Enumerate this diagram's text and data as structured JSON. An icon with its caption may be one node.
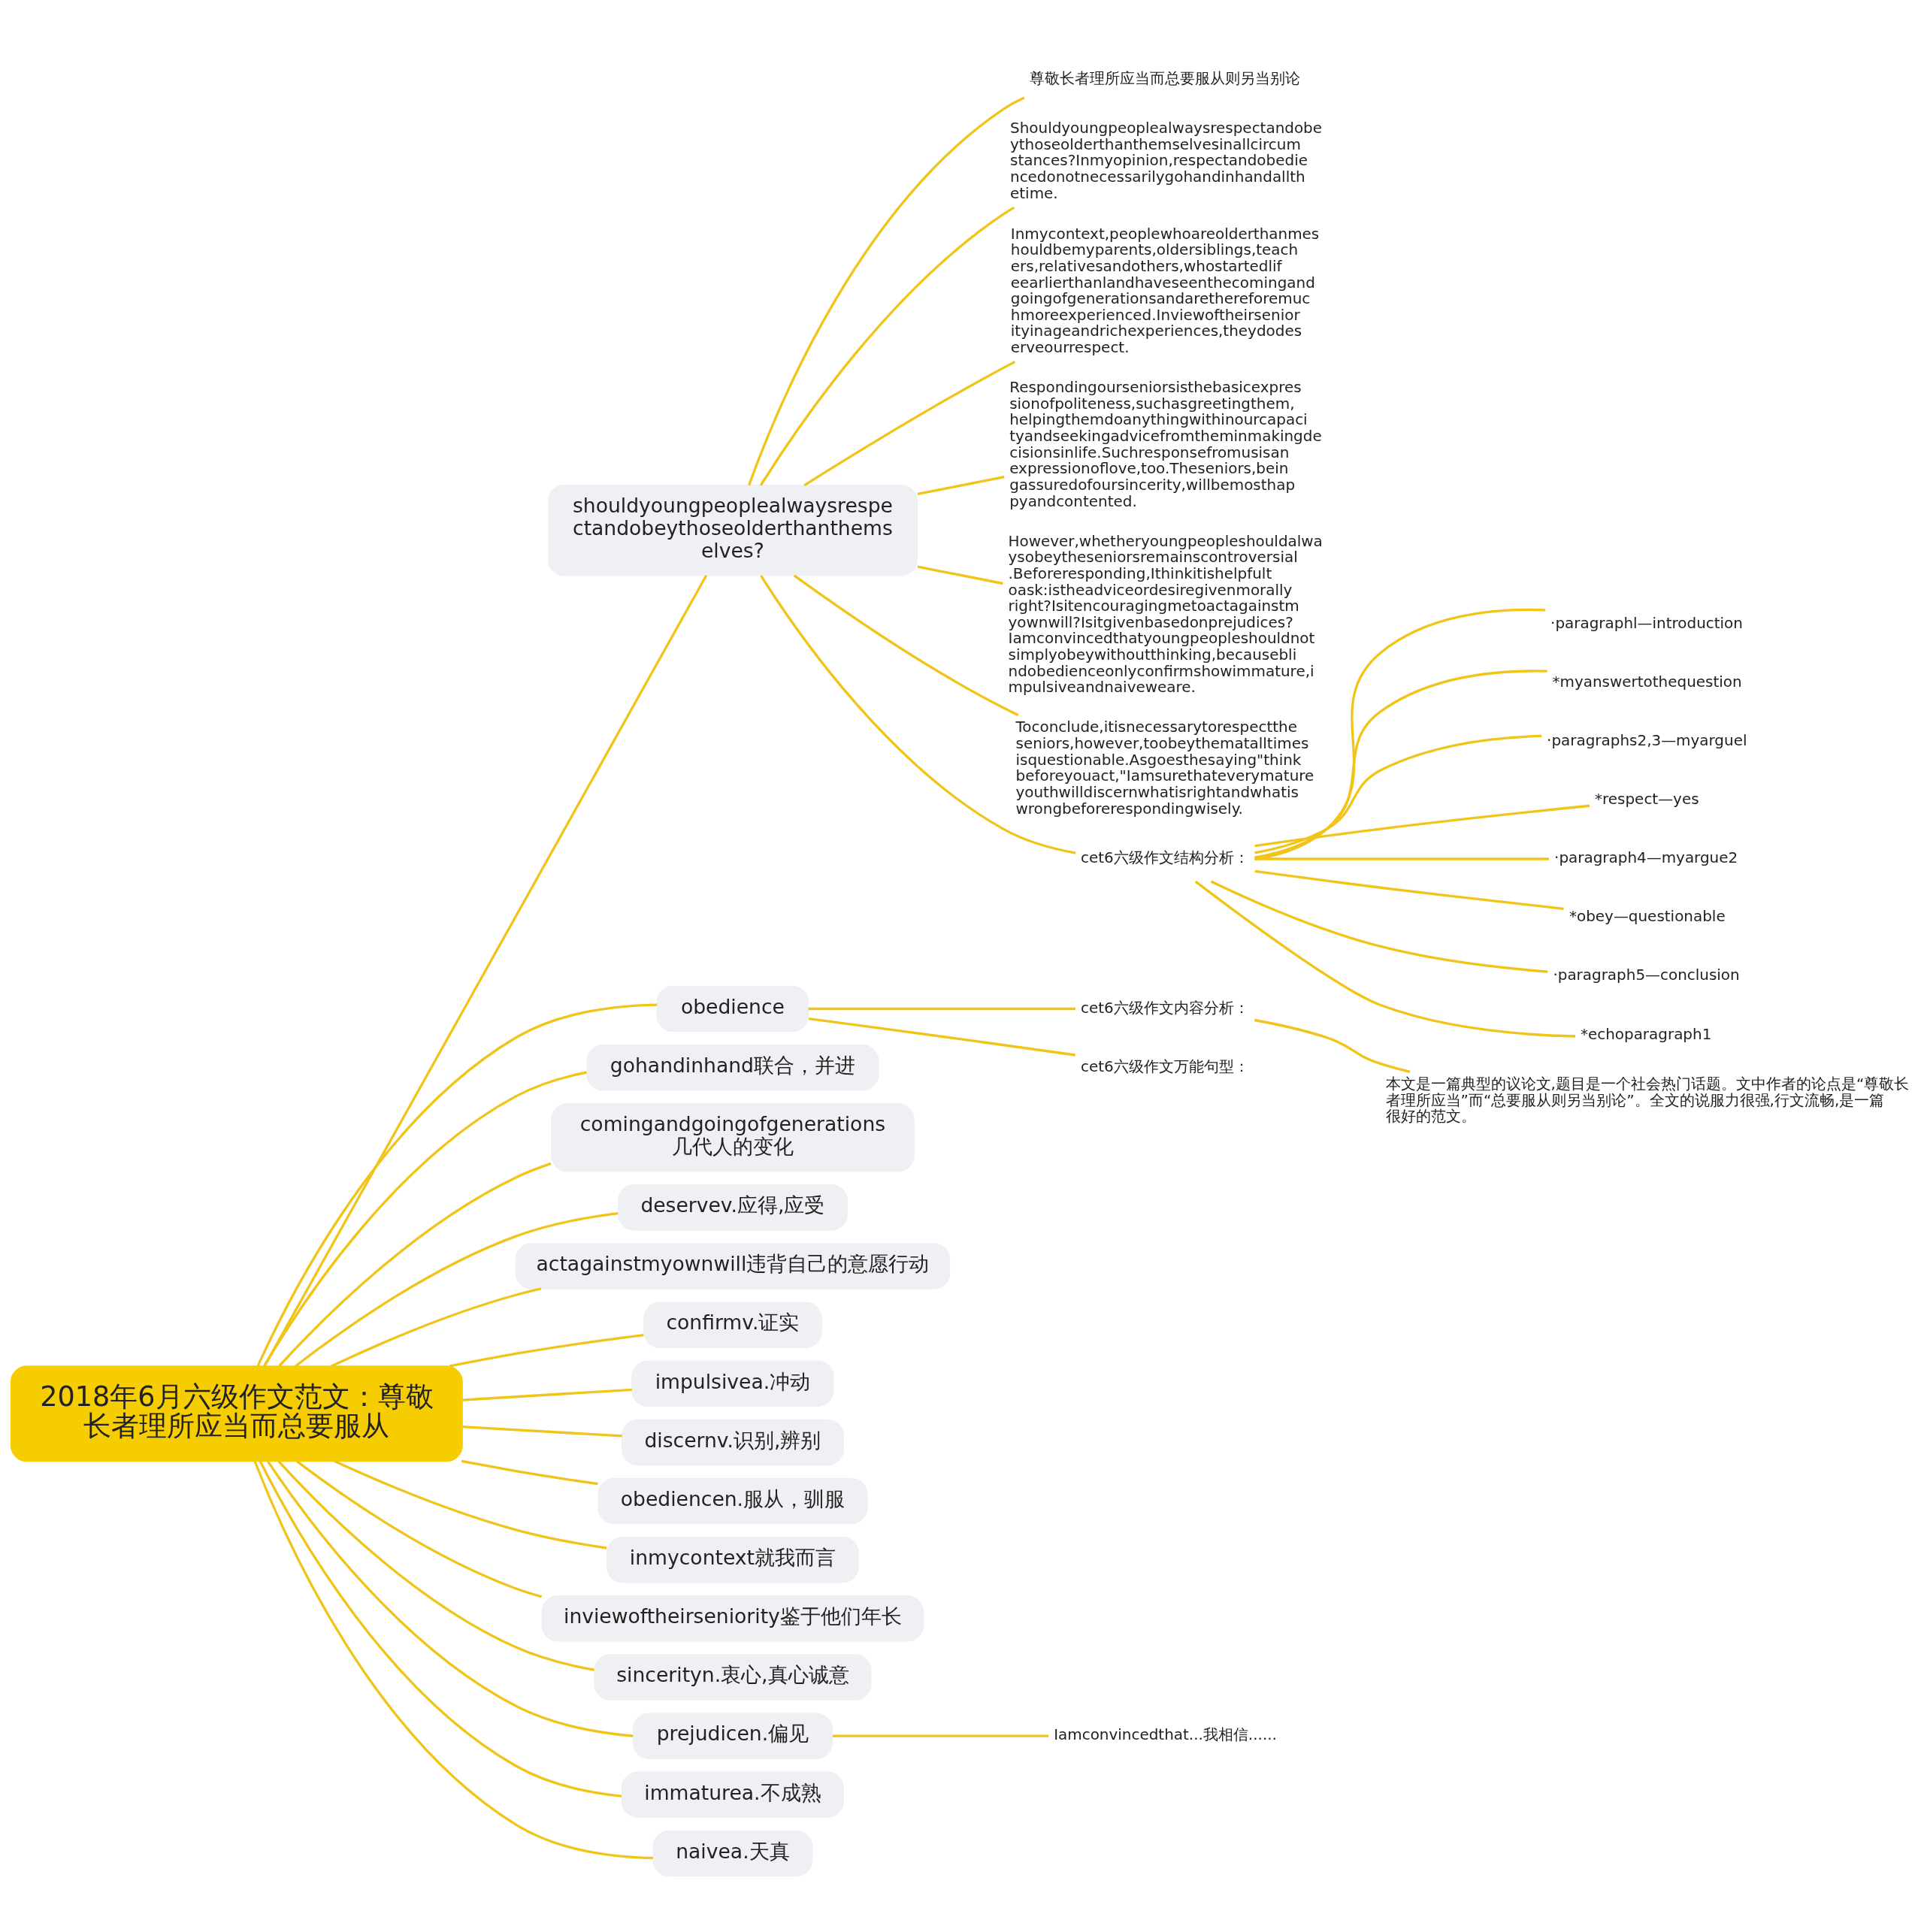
{
  "diagram": {
    "nodes": [
      {
        "text": [
          "2018年6月六级作文范文：尊敬长者理所应当而总要服从"
        ]
      },
      {
        "text": [
          "shouldyoungpeoplealwaysrespectandobeythoseolderthanthemselves?"
        ]
      },
      {
        "text": [
          "尊敬长者理所应当而总要服从则另当别论"
        ]
      },
      {
        "text": [
          "Shouldyoungpeoplealwaysrespectandobeythoseolderthanthemselvesinallcircumstances?Inmyopinion,respectandobediencedonotnecessarilygohandinhandallthetime."
        ]
      },
      {
        "text": [
          "Inmycontext,peoplewhoareolderthanmeshouldbemyparents,oldersiblings,teachers,relativesandothers,whostartedlifeearlierthanlandhaveseenthecomingandgoingofgenerationsandarethereforemuchmoreexperienced.Inviewoftheirseniorityinageandrichexperiences,theydodeserveourrespect."
        ]
      },
      {
        "text": [
          "Respondingourseniorsisthebasicexpressionofpoliteness,suchasgreetingthem,helpingthemdoanythingwithinourcapacityandseekingadvicefromtheminmakingdecisionsinlife.Suchresponsefromusisanexpressionoflove,too.Theseniors,beingassuredofoursincerity,willbemosthappyandcontented."
        ]
      },
      {
        "text": [
          "However,whetheryoungpeopleshouldalwaysobeytheseniorsremainscontroversial.Beforeresponding,Ithinkitishelpfultoask:istheadviceordesiregivenmorallyright?Isitencouragingmetoactagainstmyownwill?Isitgivenbasedonprejudices?Iamconvincedthatyoungpeopleshouldnotsimplyobeywithoutthinking,becauseblindobedienceonlyconfirmshowimmature,impulsiveandnaiveweare."
        ]
      },
      {
        "text": [
          "Toconclude,itisnecessarytorespecttheseniors,however,toobeythematalltimesisquestionable.Asgoesthesaying\"thinkbeforeyouact,\"Iamsurethateverymatureyouthwilldiscernwhatisrightandwhatiswrongbeforerespondingwisely."
        ]
      },
      {
        "text": [
          "cet6六级作文结构分析："
        ]
      },
      {
        "text": [
          "·paragraphl—introduction"
        ]
      },
      {
        "text": [
          "*myanswertothequestion"
        ]
      },
      {
        "text": [
          "·paragraphs2,3—myarguel"
        ]
      },
      {
        "text": [
          "*respect—yes"
        ]
      },
      {
        "text": [
          "·paragraph4—myargue2"
        ]
      },
      {
        "text": [
          "*obey—questionable"
        ]
      },
      {
        "text": [
          "·paragraph5—conclusion"
        ]
      },
      {
        "text": [
          "*echoparagraph1"
        ]
      },
      {
        "text": [
          "obedience"
        ]
      },
      {
        "text": [
          "cet6六级作文内容分析："
        ]
      },
      {
        "text": [
          "本文是一篇典型的议论文,题目是一个社会热门话题。文中作者的论点是“尊敬长者理所应当”而“总要服从则另当别论”。全文的说服力很强,行文流畅,是一篇很好的范文。"
        ]
      },
      {
        "text": [
          "cet6六级作文万能句型："
        ]
      },
      {
        "text": [
          "gohandinhand联合，并进"
        ]
      },
      {
        "text": [
          "comingandgoingofgenerations 几代人的变化"
        ]
      },
      {
        "text": [
          "deservev.应得,应受"
        ]
      },
      {
        "text": [
          "actagainstmyownwill违背自己的意愿行动"
        ]
      },
      {
        "text": [
          "confirmv.证实"
        ]
      },
      {
        "text": [
          "impulsivea.冲动"
        ]
      },
      {
        "text": [
          "discernv.识别,辨别"
        ]
      },
      {
        "text": [
          "obediencen.服从，驯服"
        ]
      },
      {
        "text": [
          "inmycontext就我而言"
        ]
      },
      {
        "text": [
          "inviewoftheirseniority鉴于他们年长"
        ]
      },
      {
        "text": [
          "sincerityn.衷心,真心诚意"
        ]
      },
      {
        "text": [
          "prejudicen.偏见"
        ]
      },
      {
        "text": [
          "Iamconvincedthat...我相信......"
        ]
      },
      {
        "text": [
          "immaturea.不成熟"
        ]
      },
      {
        "text": [
          "naivea.天真"
        ]
      }
    ],
    "edges": [
      {
        "from": 0,
        "to": 1,
        "arrow": "none"
      },
      {
        "from": 1,
        "to": 2,
        "arrow": "none"
      },
      {
        "from": 1,
        "to": 3,
        "arrow": "none"
      },
      {
        "from": 1,
        "to": 4,
        "arrow": "none"
      },
      {
        "from": 1,
        "to": 5,
        "arrow": "none"
      },
      {
        "from": 1,
        "to": 6,
        "arrow": "none"
      },
      {
        "from": 1,
        "to": 7,
        "arrow": "none"
      },
      {
        "from": 1,
        "to": 8,
        "arrow": "none"
      },
      {
        "from": 8,
        "to": 9,
        "arrow": "none"
      },
      {
        "from": 8,
        "to": 10,
        "arrow": "none"
      },
      {
        "from": 8,
        "to": 11,
        "arrow": "none"
      },
      {
        "from": 8,
        "to": 12,
        "arrow": "none"
      },
      {
        "from": 8,
        "to": 13,
        "arrow": "none"
      },
      {
        "from": 8,
        "to": 14,
        "arrow": "none"
      },
      {
        "from": 8,
        "to": 15,
        "arrow": "none"
      },
      {
        "from": 8,
        "to": 16,
        "arrow": "none"
      },
      {
        "from": 0,
        "to": 17,
        "arrow": "none"
      },
      {
        "from": 17,
        "to": 18,
        "arrow": "none"
      },
      {
        "from": 18,
        "to": 19,
        "arrow": "none"
      },
      {
        "from": 17,
        "to": 20,
        "arrow": "none"
      },
      {
        "from": 0,
        "to": 21,
        "arrow": "none"
      },
      {
        "from": 0,
        "to": 22,
        "arrow": "none"
      },
      {
        "from": 0,
        "to": 23,
        "arrow": "none"
      },
      {
        "from": 0,
        "to": 24,
        "arrow": "none"
      },
      {
        "from": 0,
        "to": 25,
        "arrow": "none"
      },
      {
        "from": 0,
        "to": 26,
        "arrow": "none"
      },
      {
        "from": 0,
        "to": 27,
        "arrow": "none"
      },
      {
        "from": 0,
        "to": 28,
        "arrow": "none"
      },
      {
        "from": 0,
        "to": 29,
        "arrow": "none"
      },
      {
        "from": 0,
        "to": 30,
        "arrow": "none"
      },
      {
        "from": 0,
        "to": 31,
        "arrow": "none"
      },
      {
        "from": 0,
        "to": 32,
        "arrow": "none"
      },
      {
        "from": 32,
        "to": 33,
        "arrow": "none"
      },
      {
        "from": 0,
        "to": 34,
        "arrow": "none"
      },
      {
        "from": 0,
        "to": 35,
        "arrow": "none"
      }
    ]
  }
}
